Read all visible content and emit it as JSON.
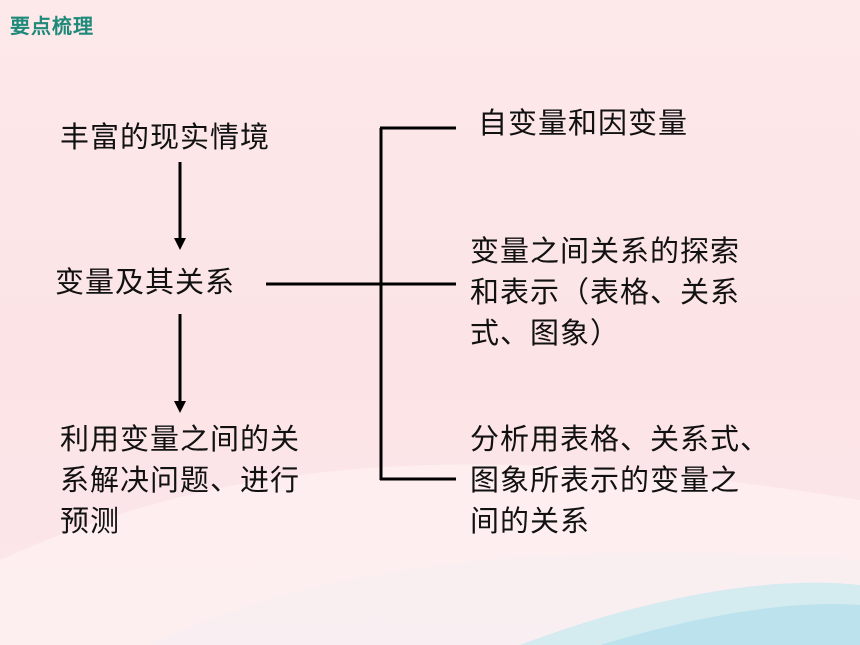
{
  "header": {
    "title": "要点梳理"
  },
  "diagram": {
    "left": {
      "top": "丰富的现实情境",
      "middle": "变量及其关系",
      "bottom": [
        "利用变量之间的关",
        "系解决问题、进行",
        "预测"
      ]
    },
    "right": {
      "first": [
        "自变量和因变量"
      ],
      "second": [
        "变量之间关系的探索",
        "和表示（表格、关系",
        "式、图象）"
      ],
      "third": [
        "分析用表格、关系式、",
        "图象所表示的变量之",
        "间的关系"
      ]
    }
  },
  "colors": {
    "header": "#1f8a7a",
    "text": "#111111",
    "line": "#000000"
  }
}
